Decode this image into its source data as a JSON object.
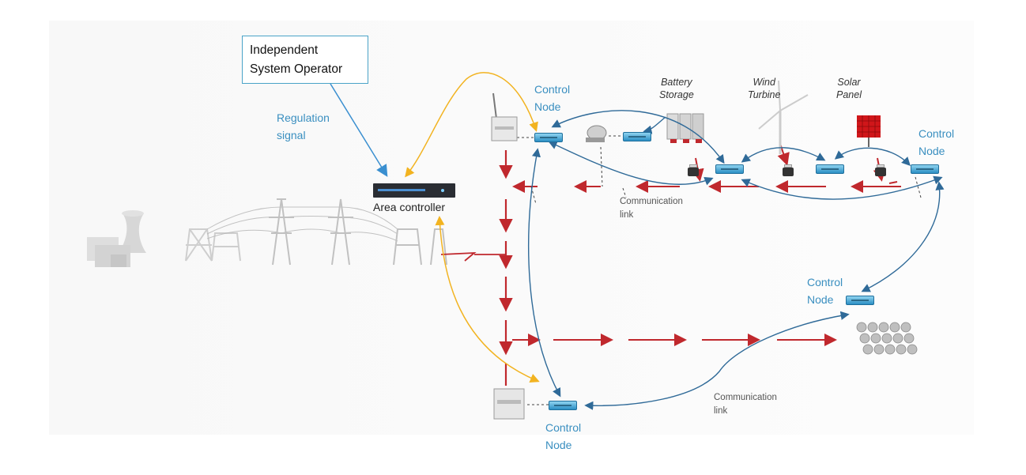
{
  "iso": {
    "line1": "Independent",
    "line2": "System Operator"
  },
  "regulation": {
    "line1": "Regulation",
    "line2": "signal"
  },
  "area_controller": {
    "label": "Area controller"
  },
  "control_nodes": {
    "top_left": {
      "line1": "Control",
      "line2": "Node"
    },
    "top_right": {
      "line1": "Control",
      "line2": "Node"
    },
    "middle_right": {
      "line1": "Control",
      "line2": "Node"
    },
    "bottom": {
      "line1": "Control",
      "line2": "Node"
    }
  },
  "sources": {
    "battery": {
      "line1": "Battery",
      "line2": "Storage"
    },
    "wind": {
      "line1": "Wind",
      "line2": "Turbine"
    },
    "solar": {
      "line1": "Solar",
      "line2": "Panel"
    }
  },
  "comm_links": {
    "top": {
      "line1": "Communication",
      "line2": "link"
    },
    "bottom": {
      "line1": "Communication",
      "line2": "link"
    }
  },
  "colors": {
    "label_blue": "#3a8fc0",
    "power_flow": "#c0282d",
    "control_signal": "#f2b320",
    "comm_link": "#2f6a98",
    "iso_border": "#4aa3c8"
  }
}
